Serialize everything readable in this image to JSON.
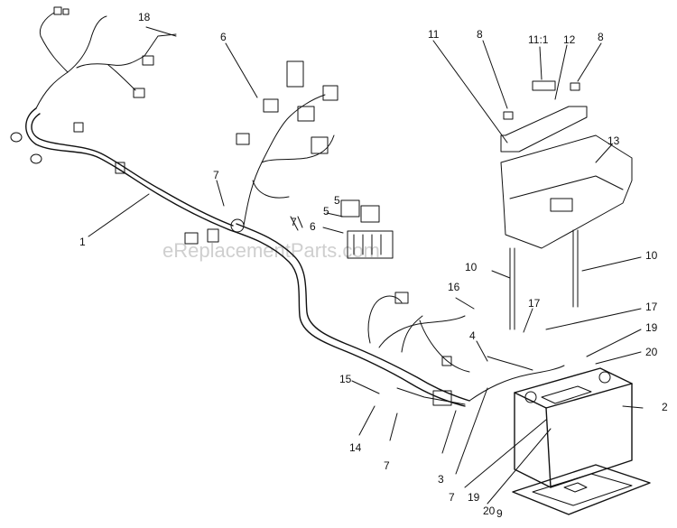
{
  "watermark": "eReplacementParts.com",
  "labels": {
    "l18": "18",
    "l6a": "6",
    "l7a": "7",
    "l1": "1",
    "l5a": "5",
    "l5b": "5",
    "l6b": "6",
    "l7b": "7",
    "l11": "11",
    "l8a": "8",
    "l11_1": "11:1",
    "l12": "12",
    "l8b": "8",
    "l13": "13",
    "l10a": "10",
    "l10b": "10",
    "l16": "16",
    "l17a": "17",
    "l17b": "17",
    "l19a": "19",
    "l20a": "20",
    "l4": "4",
    "l15": "15",
    "l2": "2",
    "l14": "14",
    "l7c": "7",
    "l3": "3",
    "l7d": "7",
    "l19b": "19",
    "l20b": "20",
    "l9": "9"
  }
}
